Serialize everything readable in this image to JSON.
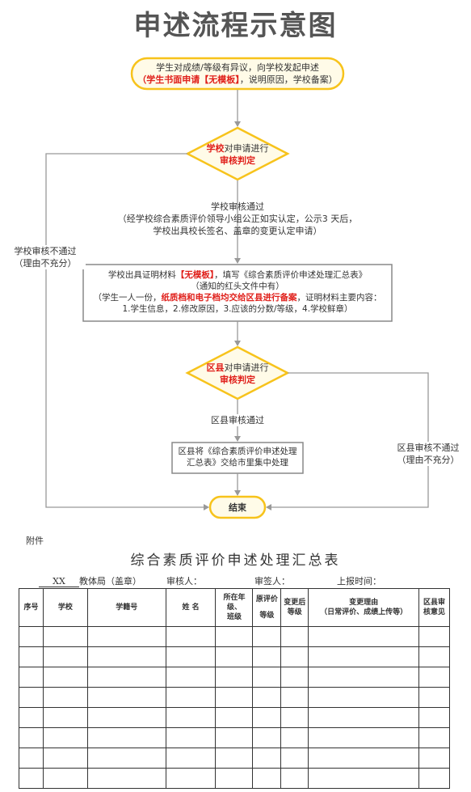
{
  "title": "申述流程示意图",
  "flow": {
    "start": {
      "line1": "学生对成绩/等级有异议，向学校发起申述",
      "line2_red": "（学生书面申请【无模板】",
      "line2_rest": "，说明原因，学校备案）"
    },
    "school_decision": {
      "line1_red": "学校",
      "line1_rest": "对申请进行",
      "line2": "审核判定"
    },
    "school_pass": {
      "line1": "学校审核通过",
      "line2": "（经学校综合素质评价领导小组公正如实认定，公示3 天后，",
      "line3": "学校出具校长签名、盖章的变更认定申请）"
    },
    "school_fail": {
      "line1": "学校审核不通过",
      "line2": "（理由不充分）"
    },
    "materials": {
      "line1_a": "学校出具证明材料",
      "line1_red": "【无模板】",
      "line1_b": "，填写《综合素质评价申述处理汇总表》",
      "line2": "（通知的红头文件中有）",
      "line3_a": "（学生一人一份，",
      "line3_red": "纸质档和电子档均交给区县进行备案",
      "line3_b": "，证明材料主要内容：",
      "line4": "1.学生信息，2.修改原因，3.应该的分数/等级，4.学校鲜章）"
    },
    "district_decision": {
      "line1_red": "区县",
      "line1_rest": "对申请进行",
      "line2": "审核判定"
    },
    "district_pass": "区县审核通过",
    "district_fail": {
      "line1": "区县审核不通过",
      "line2": "（理由不充分）"
    },
    "district_submit": {
      "line1": "区县将《综合素质评价申述处理",
      "line2": "汇总表》交给市里集中处理"
    },
    "end": "结束"
  },
  "annex": {
    "label": "附件",
    "table_title": "综合素质评价申述处理汇总表",
    "bureau_value": "XX",
    "bureau_label": "教体局（盖章）",
    "reviewer_label": "审核人：",
    "signer_label": "审签人：",
    "report_time_label": "上报时间：",
    "columns": {
      "c1": "序号",
      "c2": "学校",
      "c3": "学籍号",
      "c4": "姓  名",
      "c5a": "所在年级、",
      "c5b": "班级",
      "c6a": "原评价",
      "c6b": "等级",
      "c7a": "变更后",
      "c7b": "等级",
      "c8a": "变更理由",
      "c8b": "（日常评价、成绩上传等）",
      "c9a": "区县审",
      "c9b": "核意见"
    },
    "empty_rows": 8
  },
  "colors": {
    "yellow": "#f7c31b",
    "red": "#e0201b",
    "arrow": "#999999",
    "box_border": "#888888"
  }
}
